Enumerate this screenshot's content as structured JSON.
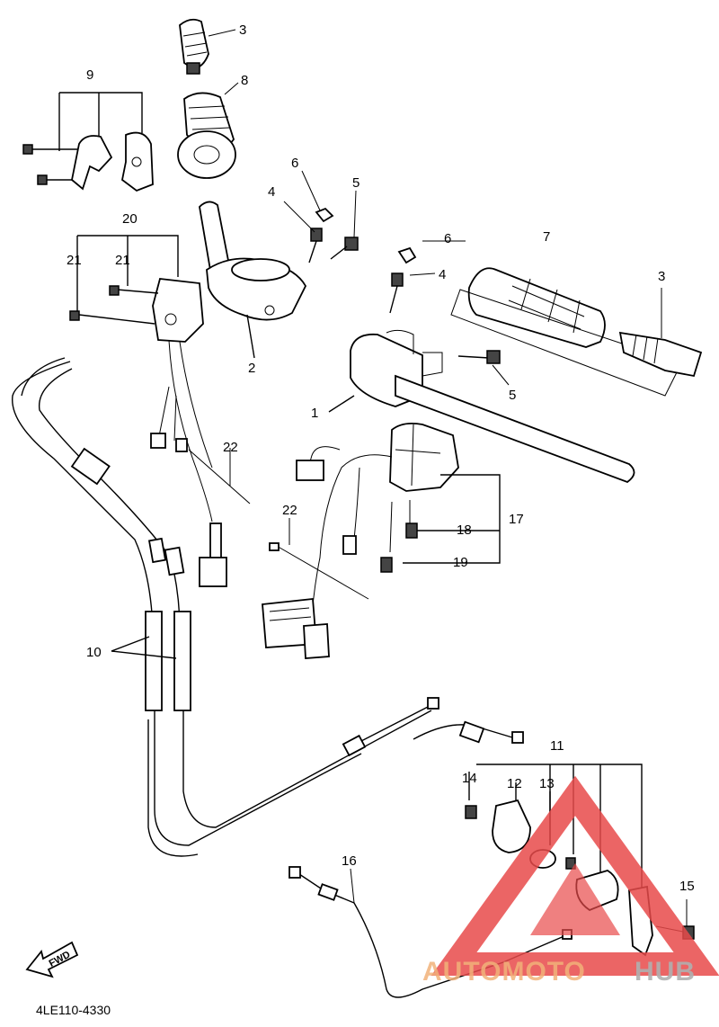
{
  "diagram": {
    "labels": {
      "p1": "1",
      "p2": "2",
      "p3a": "3",
      "p3b": "3",
      "p4a": "4",
      "p4b": "4",
      "p5a": "5",
      "p5b": "5",
      "p6a": "6",
      "p6b": "6",
      "p7": "7",
      "p8": "8",
      "p9": "9",
      "p10": "10",
      "p11": "11",
      "p12": "12",
      "p13": "13",
      "p14": "14",
      "p15": "15",
      "p16": "16",
      "p17": "17",
      "p18": "18",
      "p19": "19",
      "p20": "20",
      "p21a": "21",
      "p21b": "21",
      "p22a": "22",
      "p22b": "22"
    },
    "fwd_label": "FWD",
    "diagram_code": "4LE110-4330"
  },
  "watermark": {
    "part1": "AUTOMOTO",
    "part2": "HUB",
    "colors": {
      "triangle": "#e84a4a",
      "text_orange": "#f2b27a",
      "text_gray": "#a8a8a8"
    }
  }
}
